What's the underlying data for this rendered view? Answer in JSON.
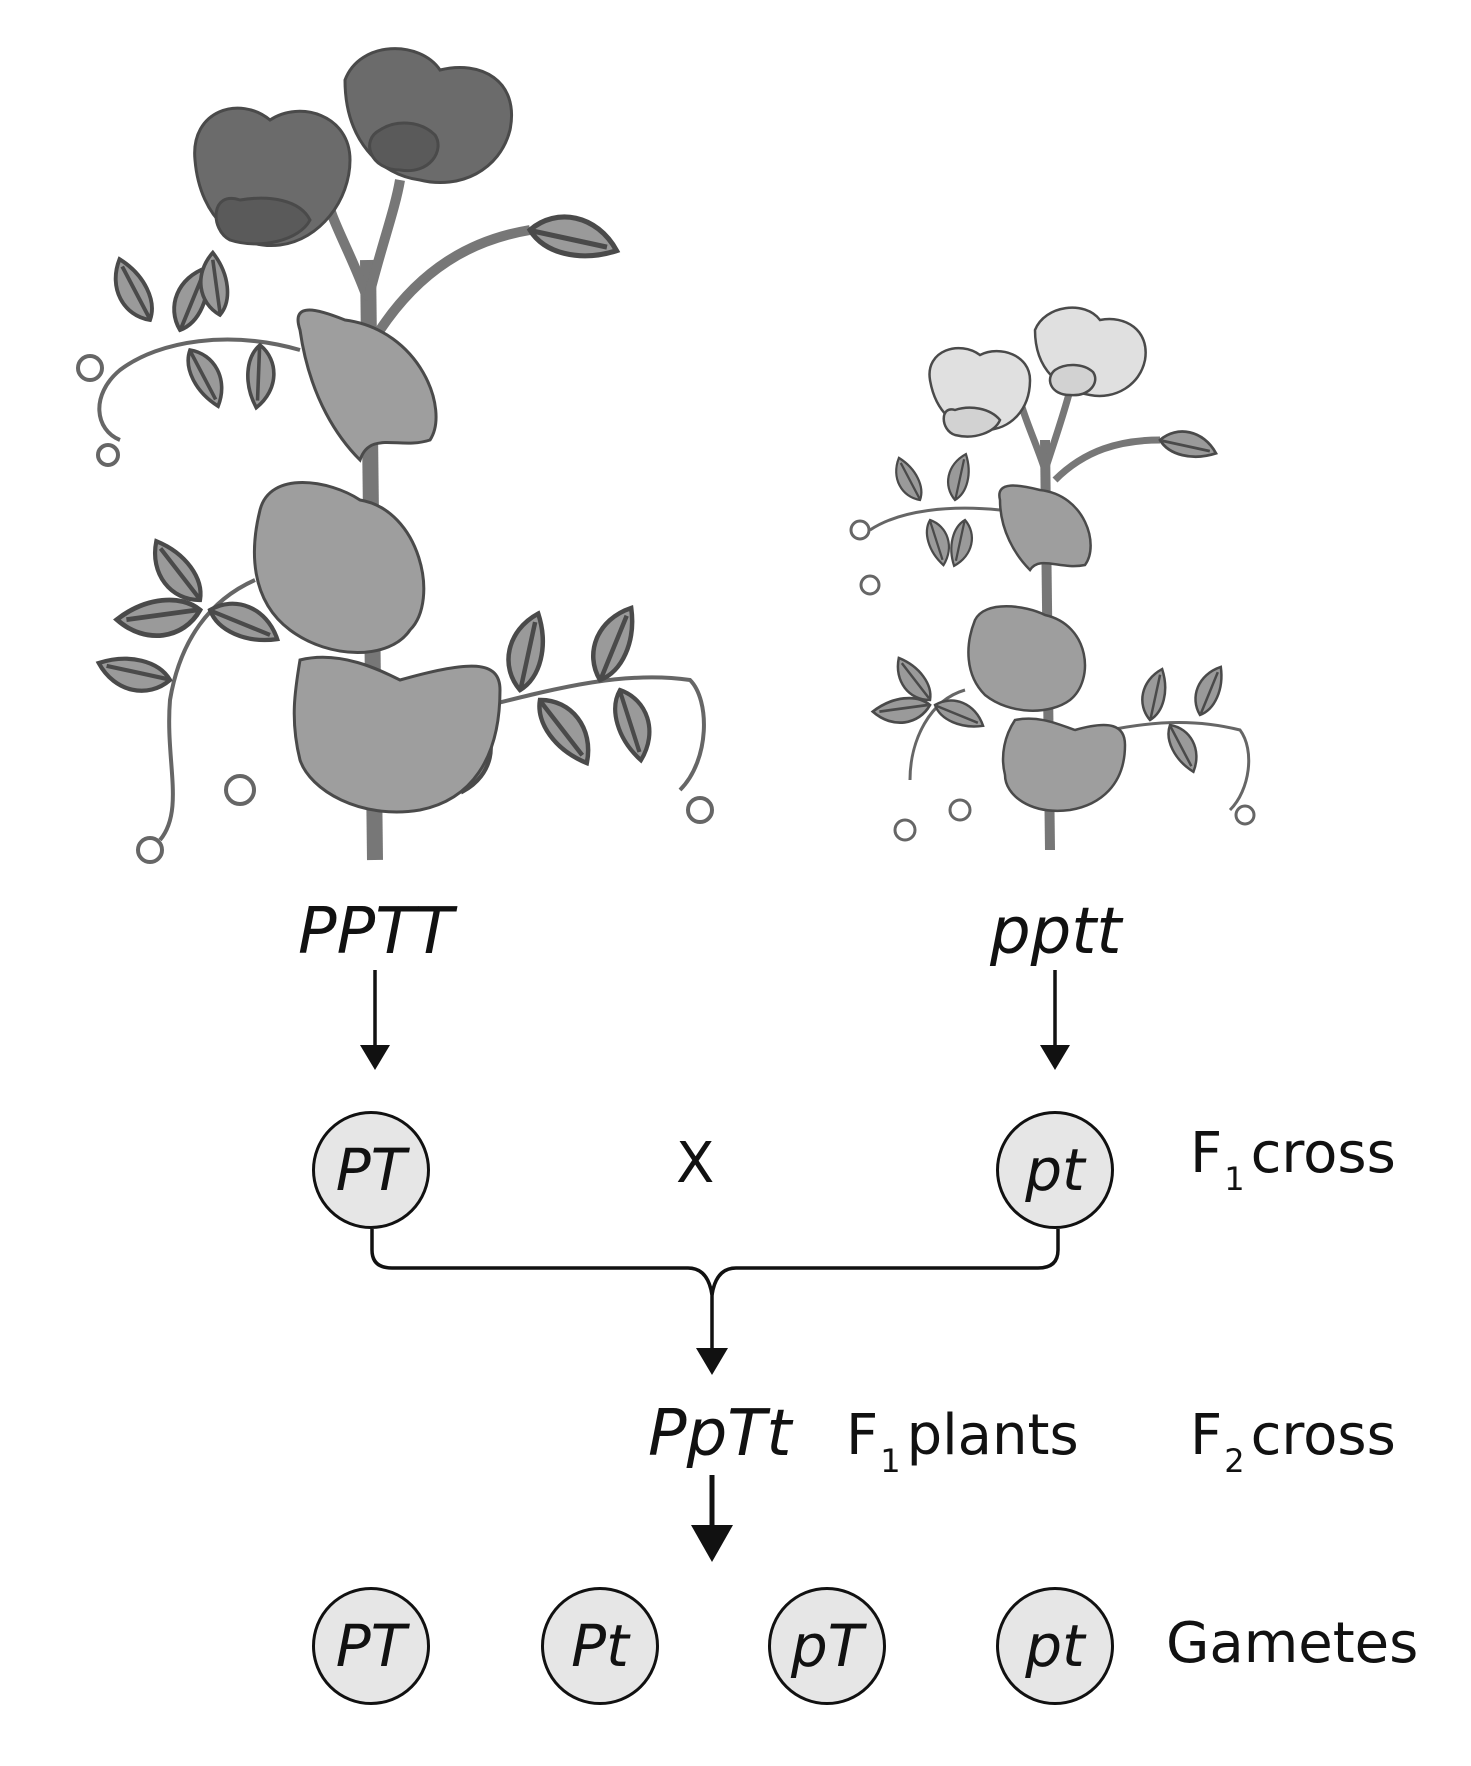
{
  "parents": {
    "left": {
      "genotype": "PPTT",
      "gamete": "PT",
      "flower_color": "#6b6b6b"
    },
    "right": {
      "genotype": "pptt",
      "gamete": "pt",
      "flower_color": "#e0e0e0"
    }
  },
  "cross_symbol": "X",
  "f1_cross": {
    "letter": "F",
    "sub": "1",
    "text": "cross"
  },
  "f1_genotype": "PpTt",
  "f1_plants": {
    "letter": "F",
    "sub": "1",
    "text": "plants"
  },
  "f2_cross": {
    "letter": "F",
    "sub": "2",
    "text": "cross"
  },
  "gametes": [
    "PT",
    "Pt",
    "pT",
    "pt"
  ],
  "gametes_label": "Gametes",
  "colors": {
    "leaf": "#9a9a9a",
    "leaf_dark": "#7a7a7a",
    "outline": "#4a4a4a",
    "gamete_fill": "#e6e6e6"
  }
}
